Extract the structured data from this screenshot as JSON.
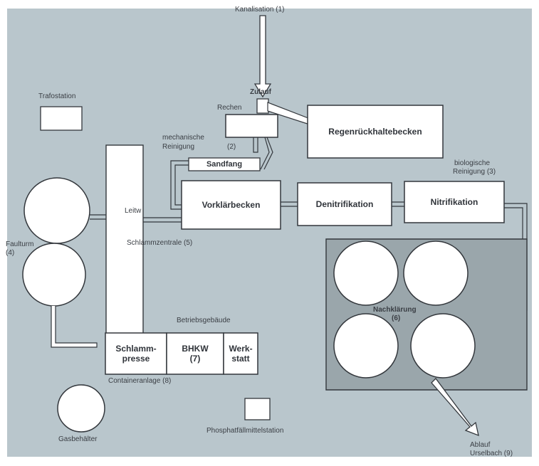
{
  "colors": {
    "background_panel": "#b9c6cc",
    "panel_shade": "#9aa6ab",
    "box_fill": "#ffffff",
    "stroke": "#33373c",
    "text": "#30343a"
  },
  "labels": {
    "inflow": "Kanalisation (1)",
    "zulauf": "Zulauf",
    "rechen": "Rechen",
    "mech_cleaning_line1": "mechanische",
    "mech_cleaning_line2": "Reinigung",
    "mech_cleaning_num": "(2)",
    "sandfang": "Sandfang",
    "regen": "Regenrückhaltebecken",
    "vorklaer": "Vorklärbecken",
    "denitri": "Denitrifikation",
    "nitri": "Nitrifikation",
    "bio_line1": "biologische",
    "bio_line2": "Reinigung (3)",
    "trafostation": "Trafostation",
    "leitwarte": "Leitw",
    "schlamm_line": "Schlammzentrale (5)",
    "faulturm": "Faulturm",
    "faulturm_num": "(4)",
    "betrieb": "Betriebsgebäude",
    "schlamm_line1": "Schlamm-",
    "schlamm_line2": "presse",
    "bhkw_line1": "BHKW",
    "bhkw_line2": "(7)",
    "werk_line1": "Werk-",
    "werk_line2": "statt",
    "container": "Containeranlage (8)",
    "nachklaer_line1": "Nachklärung",
    "nachklaer_line2": "(6)",
    "gasbehaelter": "Gasbehälter",
    "phosphat": "Phosphatfällmittelstation",
    "ablauf_line1": "Ablauf",
    "ablauf_line2": "Urselbach (9)"
  }
}
